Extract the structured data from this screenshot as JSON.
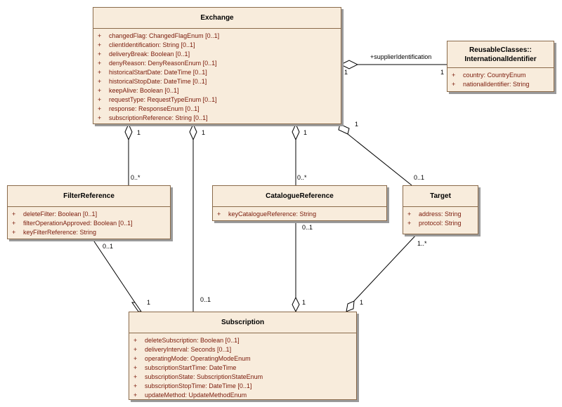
{
  "classes": {
    "exchange": {
      "title": "Exchange",
      "attributes": [
        {
          "vis": "+",
          "text": "changedFlag:  ChangedFlagEnum [0..1]"
        },
        {
          "vis": "+",
          "text": "clientIdentification:  String [0..1]"
        },
        {
          "vis": "+",
          "text": "deliveryBreak:  Boolean [0..1]"
        },
        {
          "vis": "+",
          "text": "denyReason:  DenyReasonEnum [0..1]"
        },
        {
          "vis": "+",
          "text": "historicalStartDate:  DateTime [0..1]"
        },
        {
          "vis": "+",
          "text": "historicalStopDate:  DateTime [0..1]"
        },
        {
          "vis": "+",
          "text": "keepAlive:  Boolean [0..1]"
        },
        {
          "vis": "+",
          "text": "requestType:  RequestTypeEnum [0..1]"
        },
        {
          "vis": "+",
          "text": "response:  ResponseEnum [0..1]"
        },
        {
          "vis": "+",
          "text": "subscriptionReference:  String [0..1]"
        }
      ]
    },
    "international_identifier": {
      "title_line1": "ReusableClasses::",
      "title_line2": "InternationalIdentifier",
      "attributes": [
        {
          "vis": "+",
          "text": "country:  CountryEnum"
        },
        {
          "vis": "+",
          "text": "nationalIdentifier:  String"
        }
      ]
    },
    "filter_reference": {
      "title": "FilterReference",
      "attributes": [
        {
          "vis": "+",
          "text": "deleteFilter:  Boolean [0..1]"
        },
        {
          "vis": "+",
          "text": "filterOperationApproved:  Boolean [0..1]"
        },
        {
          "vis": "+",
          "text": "keyFilterReference:  String"
        }
      ]
    },
    "catalogue_reference": {
      "title": "CatalogueReference",
      "attributes": [
        {
          "vis": "+",
          "text": "keyCatalogueReference:  String"
        }
      ]
    },
    "target": {
      "title": "Target",
      "attributes": [
        {
          "vis": "+",
          "text": "address:  String"
        },
        {
          "vis": "+",
          "text": "protocol:  String"
        }
      ]
    },
    "subscription": {
      "title": "Subscription",
      "attributes": [
        {
          "vis": "+",
          "text": "deleteSubscription:  Boolean [0..1]"
        },
        {
          "vis": "+",
          "text": "deliveryInterval:  Seconds [0..1]"
        },
        {
          "vis": "+",
          "text": "operatingMode:  OperatingModeEnum"
        },
        {
          "vis": "+",
          "text": "subscriptionStartTime:  DateTime"
        },
        {
          "vis": "+",
          "text": "subscriptionState:  SubscriptionStateEnum"
        },
        {
          "vis": "+",
          "text": "subscriptionStopTime:  DateTime [0..1]"
        },
        {
          "vis": "+",
          "text": "updateMethod:  UpdateMethodEnum"
        }
      ]
    }
  },
  "associations": {
    "supplier_role": "+supplierIdentification",
    "exchange_supplier_mult": "1",
    "supplier_mult": "1",
    "exchange_filter_mult": "1",
    "filter_mult": "0..*",
    "exchange_subscription_mult": "1",
    "subscription_exchange_mult": "0..1",
    "exchange_catalogue_mult": "1",
    "catalogue_mult": "0..*",
    "exchange_target_mult": "1",
    "target_mult": "0..1",
    "filter_subscription_mult": "0..1",
    "subscription_filter_mult": "1",
    "catalogue_subscription_mult": "0..1",
    "subscription_catalogue_mult": "1",
    "target_subscription_mult": "1..*",
    "subscription_target_mult": "1"
  },
  "colors": {
    "class_fill": "#f8ecdc",
    "class_border": "#8a6a4a",
    "attribute_text": "#7a1a0a",
    "line": "#000000"
  }
}
